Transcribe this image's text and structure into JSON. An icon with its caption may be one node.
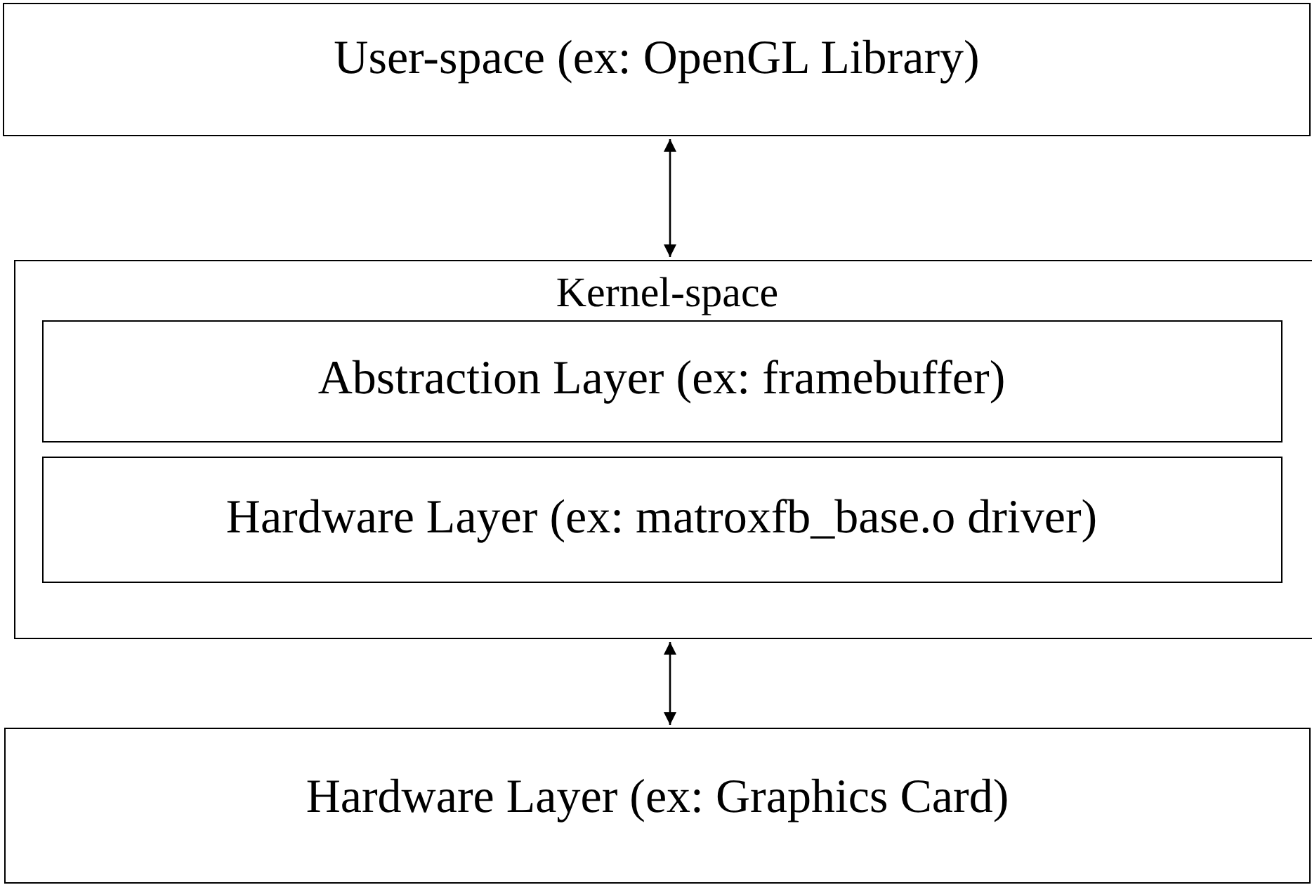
{
  "diagram": {
    "nodes": [
      {
        "text": [
          "User-space (ex: OpenGL Library)"
        ]
      },
      {
        "text": [
          "Kernel-space"
        ]
      },
      {
        "text": [
          "Abstraction Layer (ex: framebuffer)"
        ],
        "in": 1
      },
      {
        "text": [
          "Hardware Layer (ex: matroxfb_base.o driver)"
        ],
        "in": 1
      },
      {
        "text": [
          "Hardware Layer (ex: Graphics Card)"
        ]
      }
    ],
    "edges": [
      {
        "from": 0,
        "to": 1,
        "arrow": "both"
      },
      {
        "from": 1,
        "to": 4,
        "arrow": "both"
      }
    ]
  }
}
